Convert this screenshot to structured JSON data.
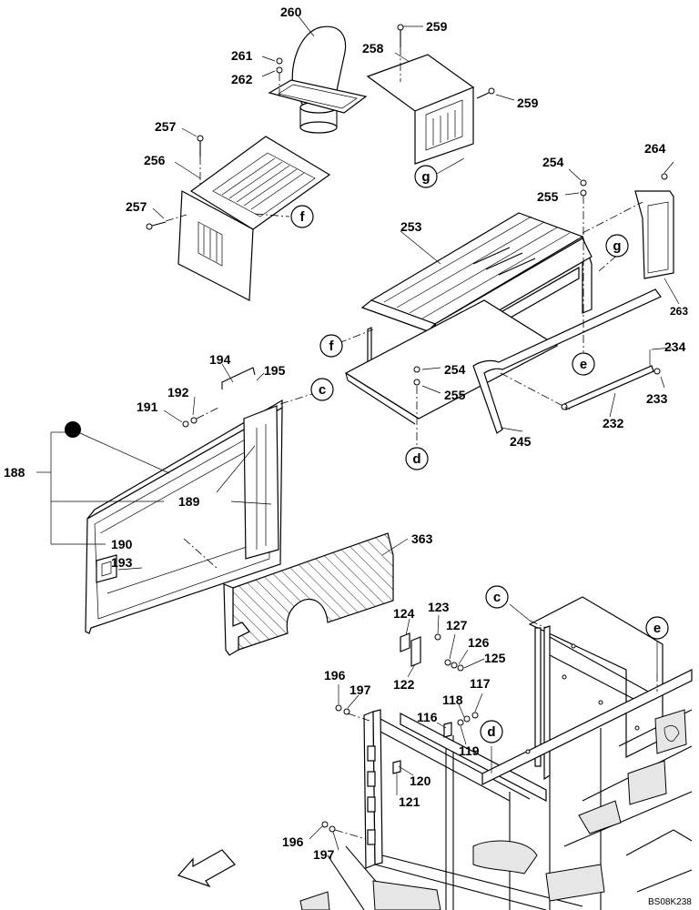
{
  "diagram": {
    "drawing_code": "BS08K238",
    "part_labels": {
      "p260": "260",
      "p259a": "259",
      "p259b": "259",
      "p261": "261",
      "p262": "262",
      "p258": "258",
      "p257a": "257",
      "p256": "256",
      "p257b": "257",
      "p264": "264",
      "p254a": "254",
      "p255a": "255",
      "p253": "253",
      "p263": "263",
      "p254b": "254",
      "p255b": "255",
      "p234": "234",
      "p233": "233",
      "p232": "232",
      "p245": "245",
      "p194": "194",
      "p195": "195",
      "p192": "192",
      "p191": "191",
      "p188": "188",
      "p189": "189",
      "p190": "190",
      "p193": "193",
      "p363": "363",
      "p124": "124",
      "p123": "123",
      "p127": "127",
      "p126": "126",
      "p125": "125",
      "p122": "122",
      "p196a": "196",
      "p197a": "197",
      "p117": "117",
      "p118": "118",
      "p116": "116",
      "p119": "119",
      "p120": "120",
      "p121": "121",
      "p196b": "196",
      "p197b": "197"
    },
    "reference_markers": {
      "g1": "g",
      "f1": "f",
      "g2": "g",
      "f2": "f",
      "e1": "e",
      "c1": "c",
      "d1": "d",
      "c2": "c",
      "e2": "e",
      "d2": "d"
    }
  }
}
